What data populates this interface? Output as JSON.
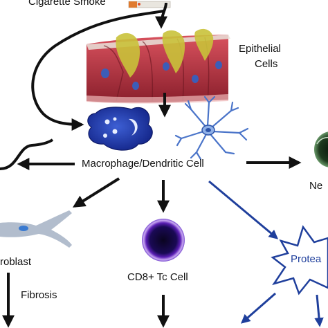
{
  "labels": {
    "source": "Cigarette Smoke",
    "epithelial": [
      "Epithelial",
      "Cells"
    ],
    "macrophage": "Macrophage/Dendritic Cell",
    "neutrophil_partial": "Ne",
    "fibroblast_partial": "roblast",
    "fibrosis": "Fibrosis",
    "cd8": "CD8+ Tc Cell",
    "protease_partial": "Protea"
  },
  "colors": {
    "arrow_black": "#111111",
    "arrow_blue": "#1f3f9c",
    "macrophage": "#1f3fb8",
    "dendritic": "#4a74c9",
    "cd8_ring": "#5b1fb5",
    "cd8_core": "#0d0630",
    "epithelium": "#b7323e",
    "mucus": "#c9c23a"
  },
  "icons": [
    "cigarette-icon",
    "epithelial-cells-image",
    "macrophage-icon",
    "dendritic-cell-icon",
    "neutrophil-icon",
    "fibroblast-icon",
    "cd8-cell-icon",
    "protease-burst-icon"
  ]
}
